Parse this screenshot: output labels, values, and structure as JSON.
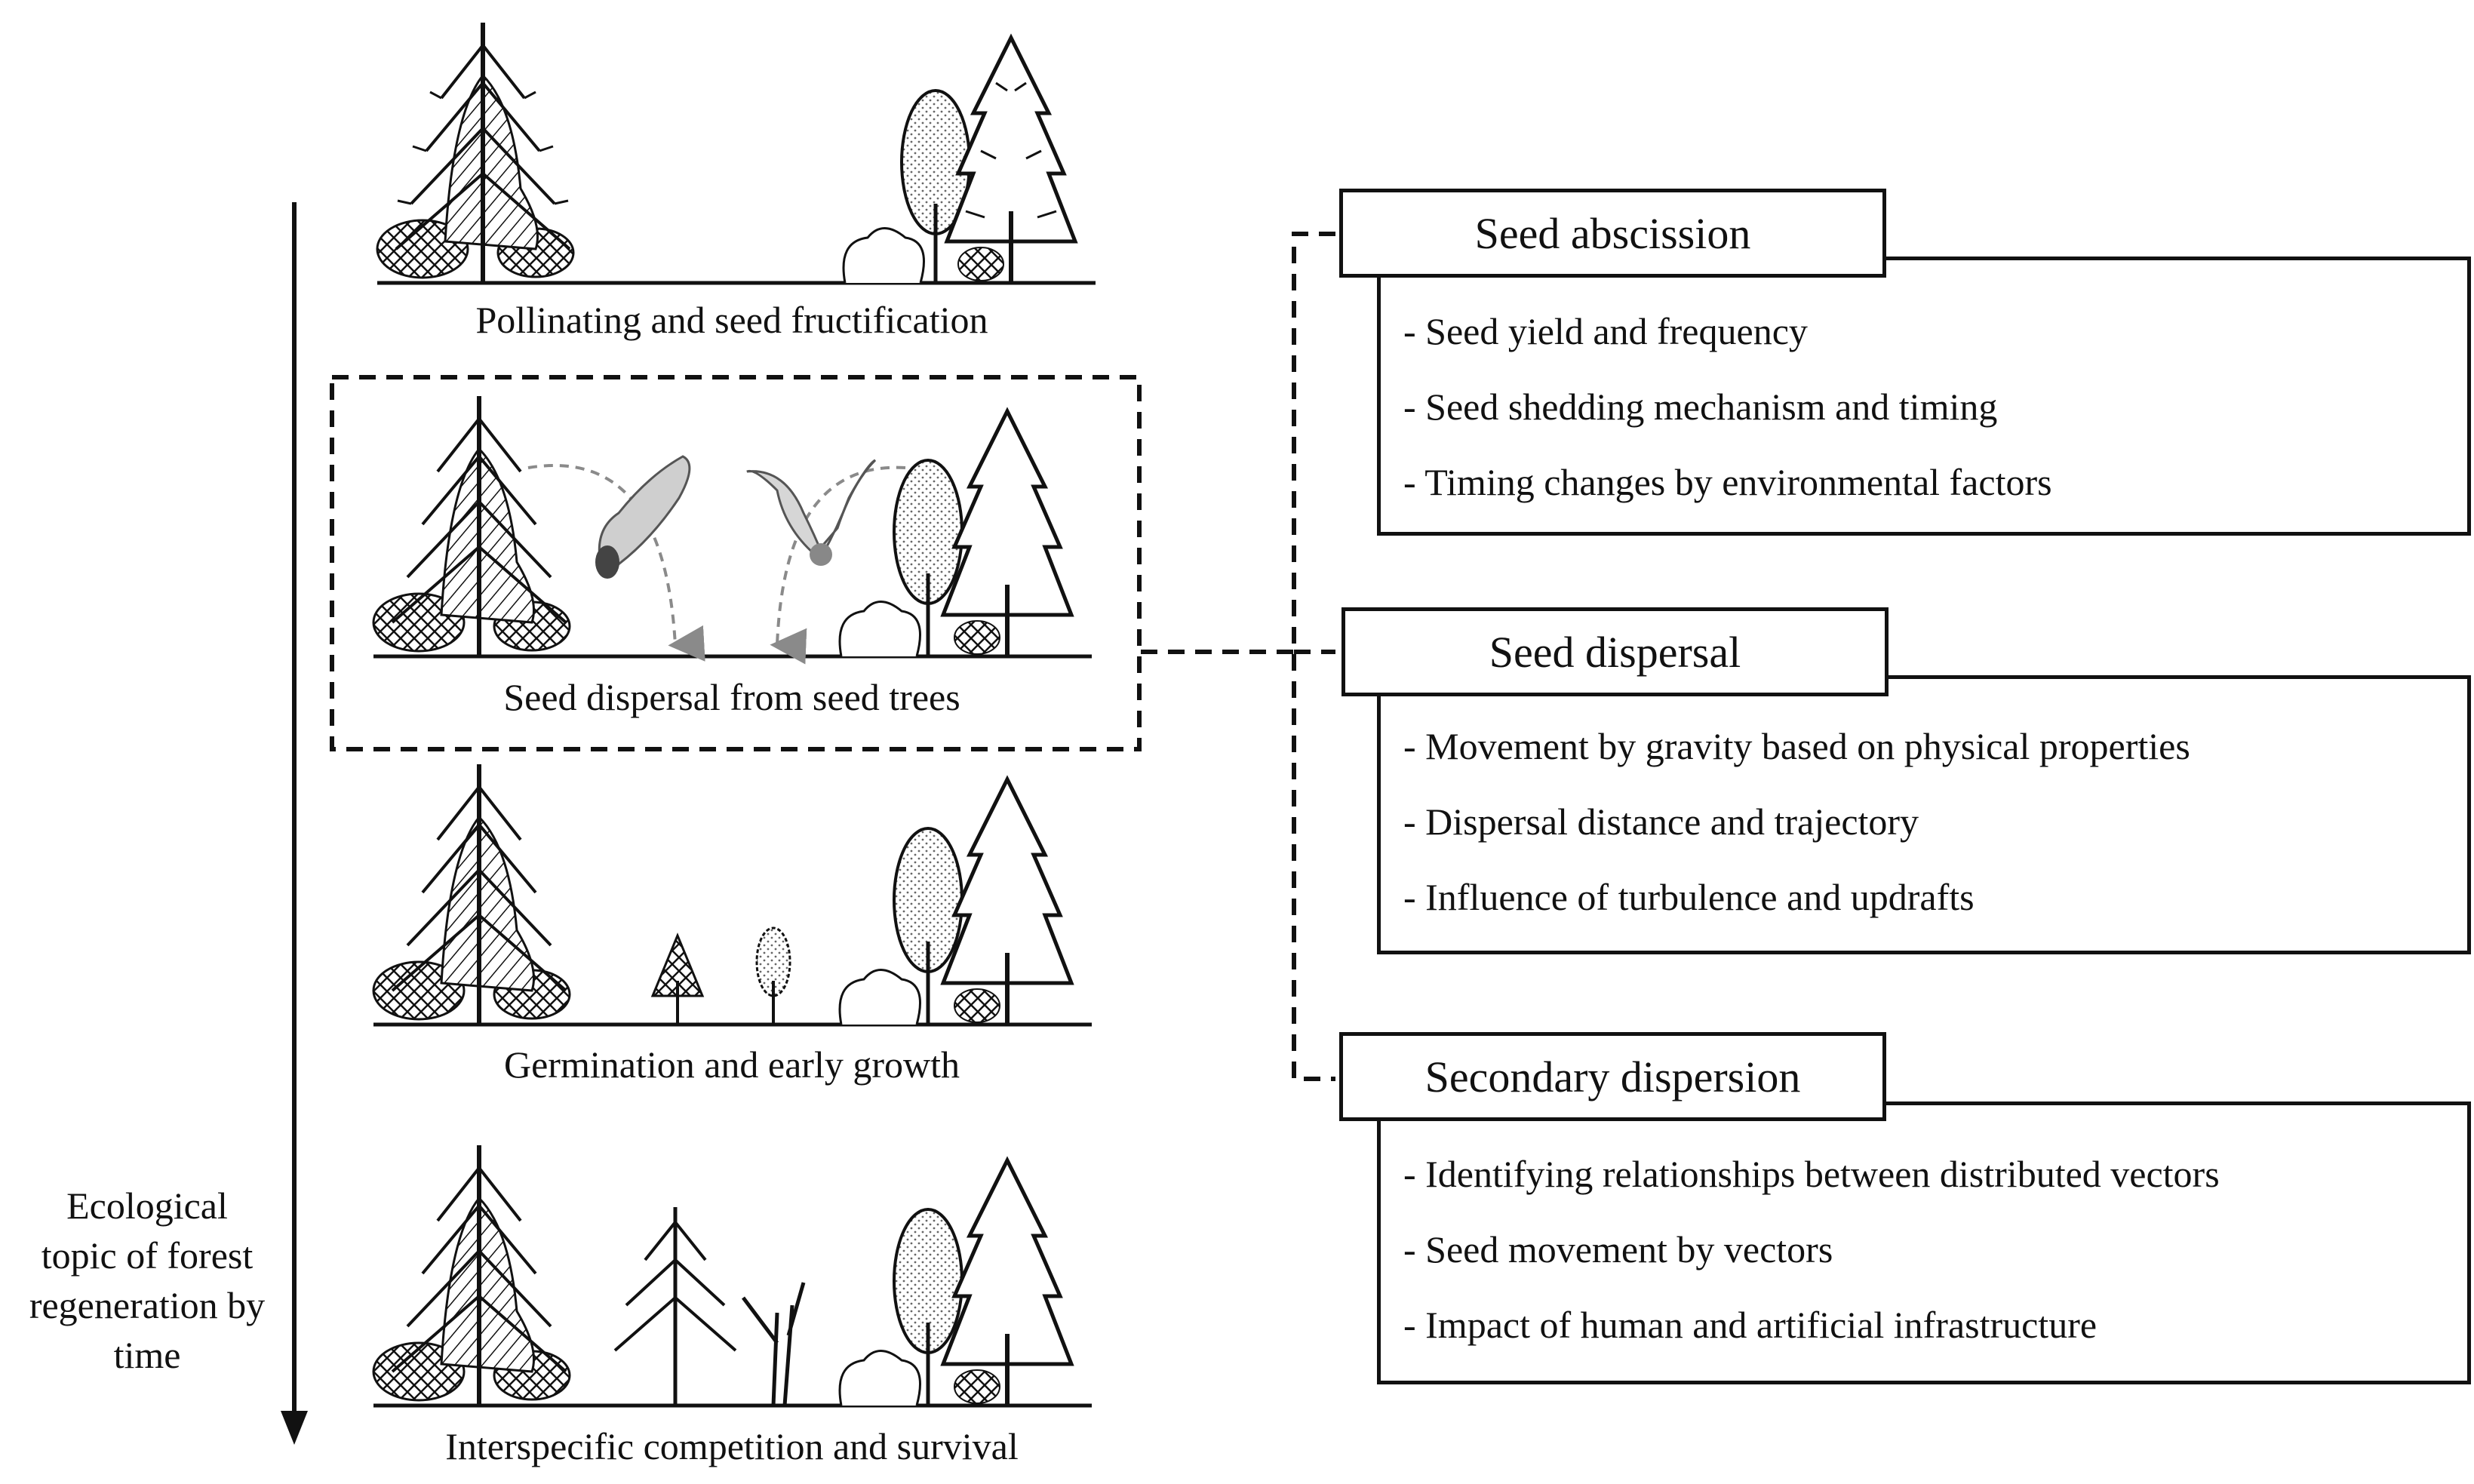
{
  "axis": {
    "label_lines": [
      "Ecological",
      "topic of forest",
      "regeneration by",
      "time"
    ]
  },
  "stages": [
    {
      "label": "Pollinating and seed fructification"
    },
    {
      "label": "Seed dispersal from seed trees"
    },
    {
      "label": "Germination and early growth"
    },
    {
      "label": "Interspecific competition and survival"
    }
  ],
  "topics": [
    {
      "title": "Seed abscission",
      "items": [
        "- Seed yield and frequency",
        "- Seed shedding mechanism and timing",
        "- Timing changes by environmental factors"
      ]
    },
    {
      "title": "Seed dispersal",
      "items": [
        "- Movement by gravity based on physical properties",
        "- Dispersal distance and trajectory",
        "- Influence of turbulence and updrafts"
      ]
    },
    {
      "title": "Secondary dispersion",
      "items": [
        "- Identifying relationships between distributed vectors",
        "- Seed movement by vectors",
        "- Impact of human and artificial infrastructure"
      ]
    }
  ],
  "colors": {
    "ink": "#111111",
    "arrow_head": "#8a8a8a",
    "seed_dark": "#555555"
  }
}
